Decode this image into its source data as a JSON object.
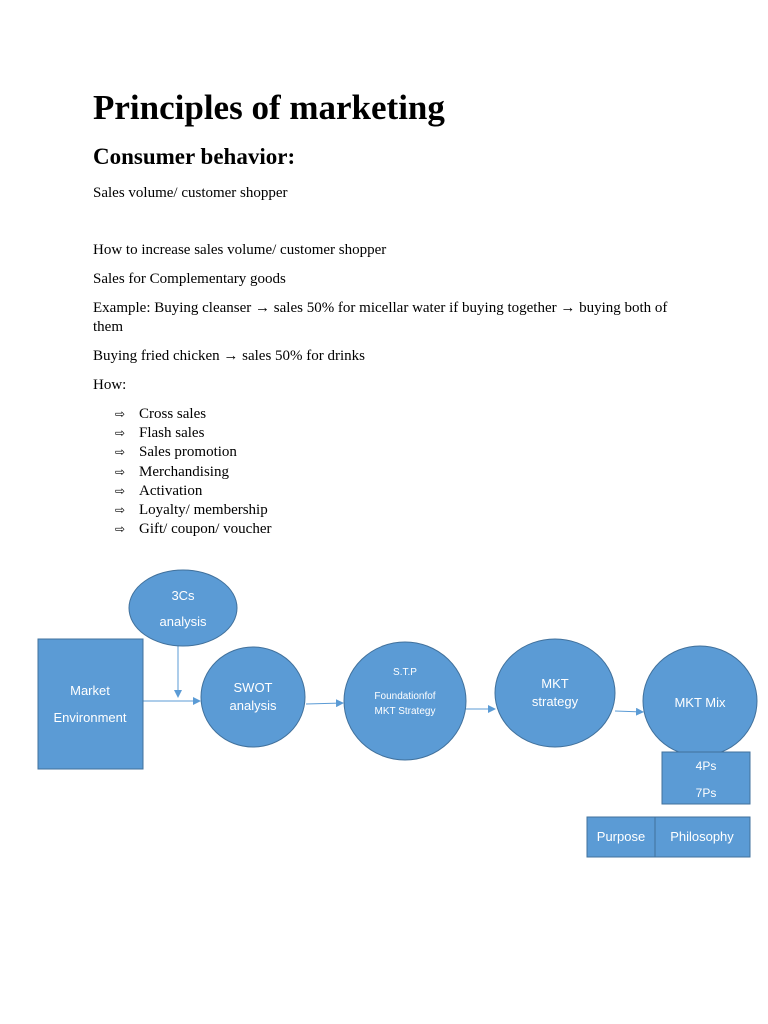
{
  "document": {
    "title": "Principles of marketing",
    "subtitle": "Consumer behavior:",
    "paragraphs": {
      "p1": "Sales volume/ customer shopper",
      "p2": "How to increase sales volume/ customer shopper",
      "p3": "Sales for Complementary goods",
      "p4": "Example: Buying cleanser → sales 50% for micellar water if buying together → buying both of them",
      "p5": "Buying fried chicken → sales 50% for drinks",
      "p6": "How:"
    },
    "bullet_marker": "⇨",
    "bullets": [
      "Cross sales",
      "Flash sales",
      "Sales promotion",
      "Merchandising",
      "Activation",
      "Loyalty/ membership",
      "Gift/ coupon/ voucher"
    ]
  },
  "diagram": {
    "fill_color": "#5b9bd5",
    "stroke_color": "#41719c",
    "nodes": {
      "three_cs": {
        "line1": "3Cs",
        "line2": "analysis"
      },
      "market_environment": {
        "line1": "Market",
        "line2": "Environment"
      },
      "swot": {
        "line1": "SWOT",
        "line2": "analysis"
      },
      "stp": {
        "line1": "S.T.P",
        "line2": "Foundationfof",
        "line3": "MKT Strategy"
      },
      "mkt_strategy": {
        "line1": "MKT",
        "line2": "strategy"
      },
      "mkt_mix": {
        "label": "MKT Mix"
      },
      "ps_box": {
        "line1": "4Ps",
        "line2": "7Ps"
      },
      "purpose": {
        "label": "Purpose"
      },
      "philosophy": {
        "label": "Philosophy"
      }
    }
  }
}
